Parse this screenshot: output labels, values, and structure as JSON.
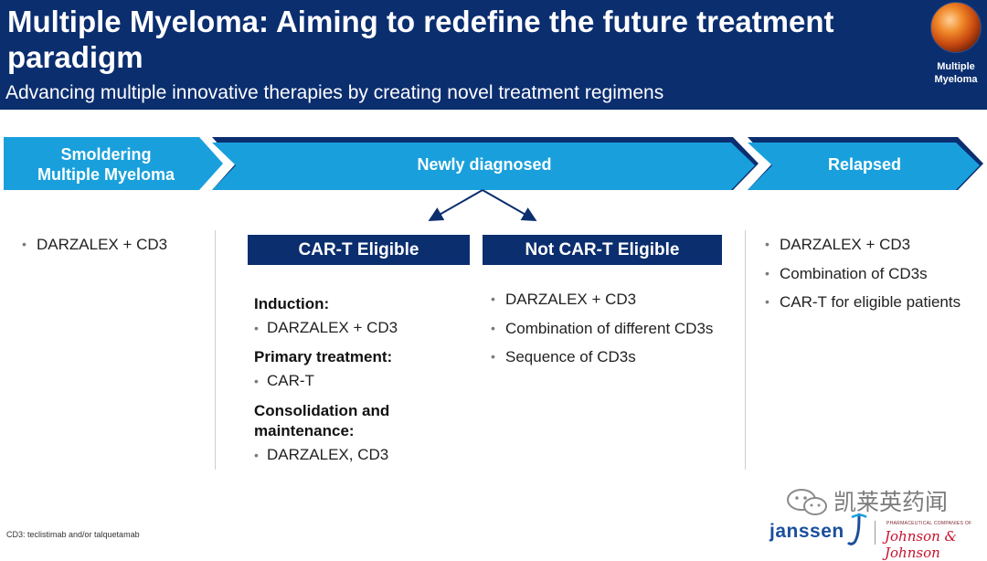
{
  "header": {
    "title": "Multiple Myeloma: Aiming to redefine the future treatment paradigm",
    "subtitle": "Advancing multiple innovative therapies by creating novel treatment regimens",
    "badge_label_line1": "Multiple",
    "badge_label_line2": "Myeloma"
  },
  "stages": {
    "smoldering_line1": "Smoldering",
    "smoldering_line2": "Multiple Myeloma",
    "newly_diagnosed": "Newly diagnosed",
    "relapsed": "Relapsed"
  },
  "smoldering_items": [
    "DARZALEX + CD3"
  ],
  "car_t_eligible": {
    "heading": "CAR-T Eligible",
    "induction_label": "Induction:",
    "induction_item": "DARZALEX + CD3",
    "primary_label": "Primary treatment:",
    "primary_item": "CAR-T",
    "consolidation_label_line1": "Consolidation and",
    "consolidation_label_line2": "maintenance:",
    "consolidation_item": "DARZALEX, CD3"
  },
  "not_car_t_eligible": {
    "heading": "Not CAR-T Eligible",
    "items": [
      "DARZALEX + CD3",
      "Combination of different CD3s",
      "Sequence of CD3s"
    ]
  },
  "relapsed_items": [
    "DARZALEX + CD3",
    "Combination of CD3s",
    "CAR-T for eligible patients"
  ],
  "footnote": "CD3: teclistimab and/or talquetamab",
  "watermark": "凯莱英药闻",
  "logos": {
    "janssen": "janssen",
    "jnj_tagline": "PHARMACEUTICAL COMPANIES OF",
    "jnj": "Johnson & Johnson"
  },
  "colors": {
    "navy": "#0b2e6f",
    "arrow_blue": "#19a0dc",
    "arrow_chevron": "#0b2e6f",
    "bullet_gray": "#7a7a7a"
  },
  "icons": {
    "myeloma_badge": "myeloma-cell-image",
    "branch_arrows": "split-arrow-icon",
    "watermark_logo": "wechat-icon"
  }
}
